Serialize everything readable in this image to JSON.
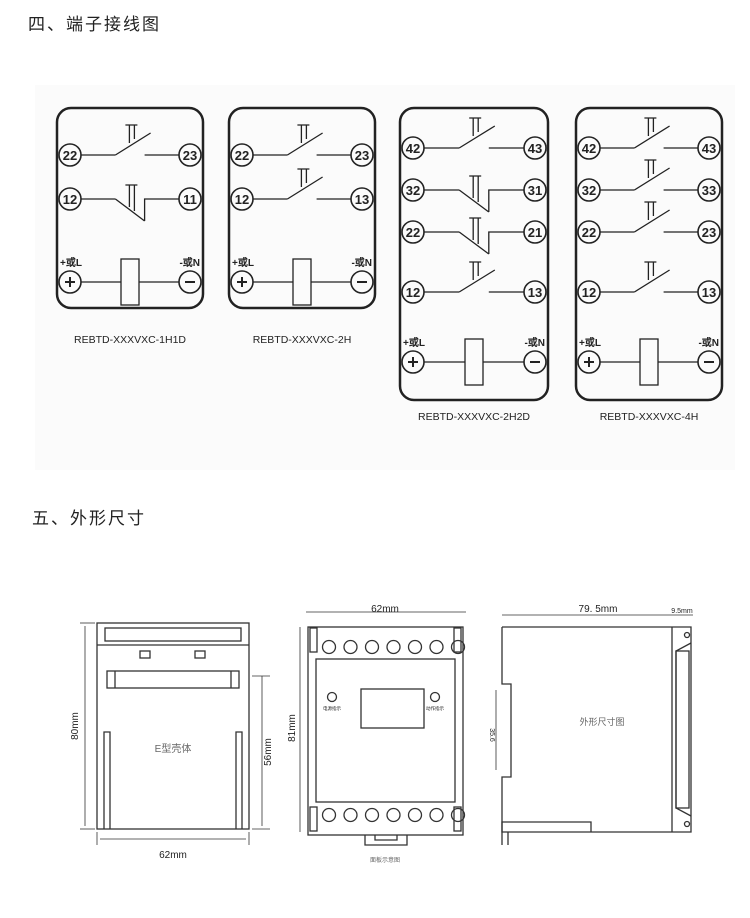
{
  "sections": {
    "wiring_title": "四、端子接线图",
    "dimensions_title": "五、外形尺寸"
  },
  "coil_labels": {
    "positive": "+或L",
    "negative": "-或N"
  },
  "relays": [
    {
      "model": "REBTD-XXXVXC-1H1D",
      "rows": [
        {
          "left": "22",
          "right": "23",
          "type": "NO"
        },
        {
          "left": "12",
          "right": "11",
          "type": "NC"
        }
      ]
    },
    {
      "model": "REBTD-XXXVXC-2H",
      "rows": [
        {
          "left": "22",
          "right": "23",
          "type": "NO"
        },
        {
          "left": "12",
          "right": "13",
          "type": "NO"
        }
      ]
    },
    {
      "model": "REBTD-XXXVXC-2H2D",
      "rows": [
        {
          "left": "42",
          "right": "43",
          "type": "NO"
        },
        {
          "left": "32",
          "right": "31",
          "type": "NC"
        },
        {
          "left": "22",
          "right": "21",
          "type": "NC"
        },
        {
          "left": "12",
          "right": "13",
          "type": "NO"
        }
      ]
    },
    {
      "model": "REBTD-XXXVXC-4H",
      "rows": [
        {
          "left": "42",
          "right": "43",
          "type": "NO"
        },
        {
          "left": "32",
          "right": "33",
          "type": "NO"
        },
        {
          "left": "22",
          "right": "23",
          "type": "NO"
        },
        {
          "left": "12",
          "right": "13",
          "type": "NO"
        }
      ]
    }
  ],
  "dimensions": {
    "front": {
      "height": "80mm",
      "inner_height": "56mm",
      "width": "62mm",
      "label": "E型壳体"
    },
    "panel": {
      "width": "62mm",
      "height": "81mm",
      "power_indicator": "电源指示",
      "action_indicator": "动作指示",
      "caption": "面板示意图"
    },
    "side": {
      "depth": "79. 5mm",
      "extra": "9.5mm",
      "rail": "35.6",
      "label": "外形尺寸图"
    }
  }
}
